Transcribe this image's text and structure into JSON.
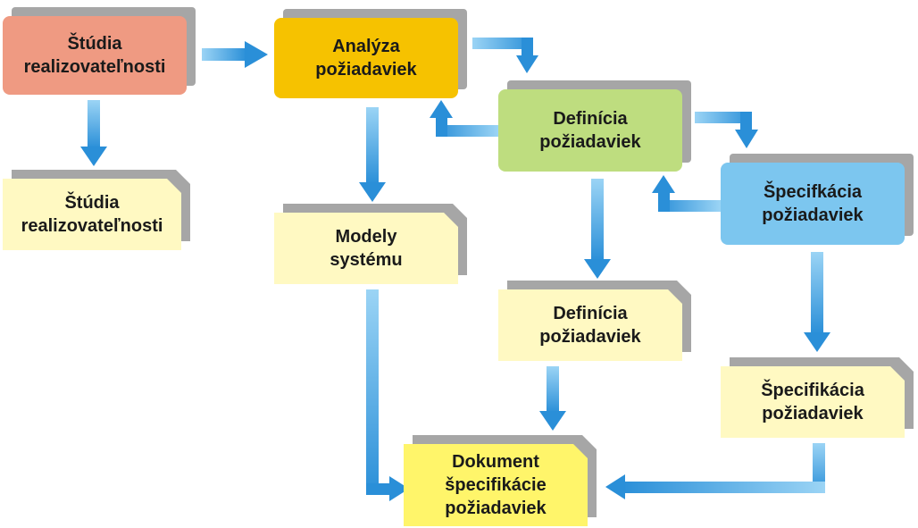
{
  "colors": {
    "feasibility": "#ef9a82",
    "analysis": "#f6c200",
    "definition": "#bedd7f",
    "specification": "#7cc6ef",
    "document": "#fff9c2",
    "final_document": "#fff56a",
    "shadow": "#a6a6a6",
    "arrow": "#2a8fd8",
    "arrow_light": "#9bd4f5"
  },
  "processes": {
    "feasibility": "Štúdia\nrealizovateľnosti",
    "analysis": "Analýza\npožiadaviek",
    "definition": "Definícia\npožiadaviek",
    "specification": "Špecifkácia\npožiadaviek"
  },
  "documents": {
    "feasibility_report": "Štúdia\nrealizovateľnosti",
    "system_models": "Modely\nsystému",
    "definition_doc": "Definícia\npožiadaviek",
    "specification_doc": "Špecifikácia\npožiadaviek",
    "final_document": "Dokument\nšpecifikácie\npožiadaviek"
  }
}
